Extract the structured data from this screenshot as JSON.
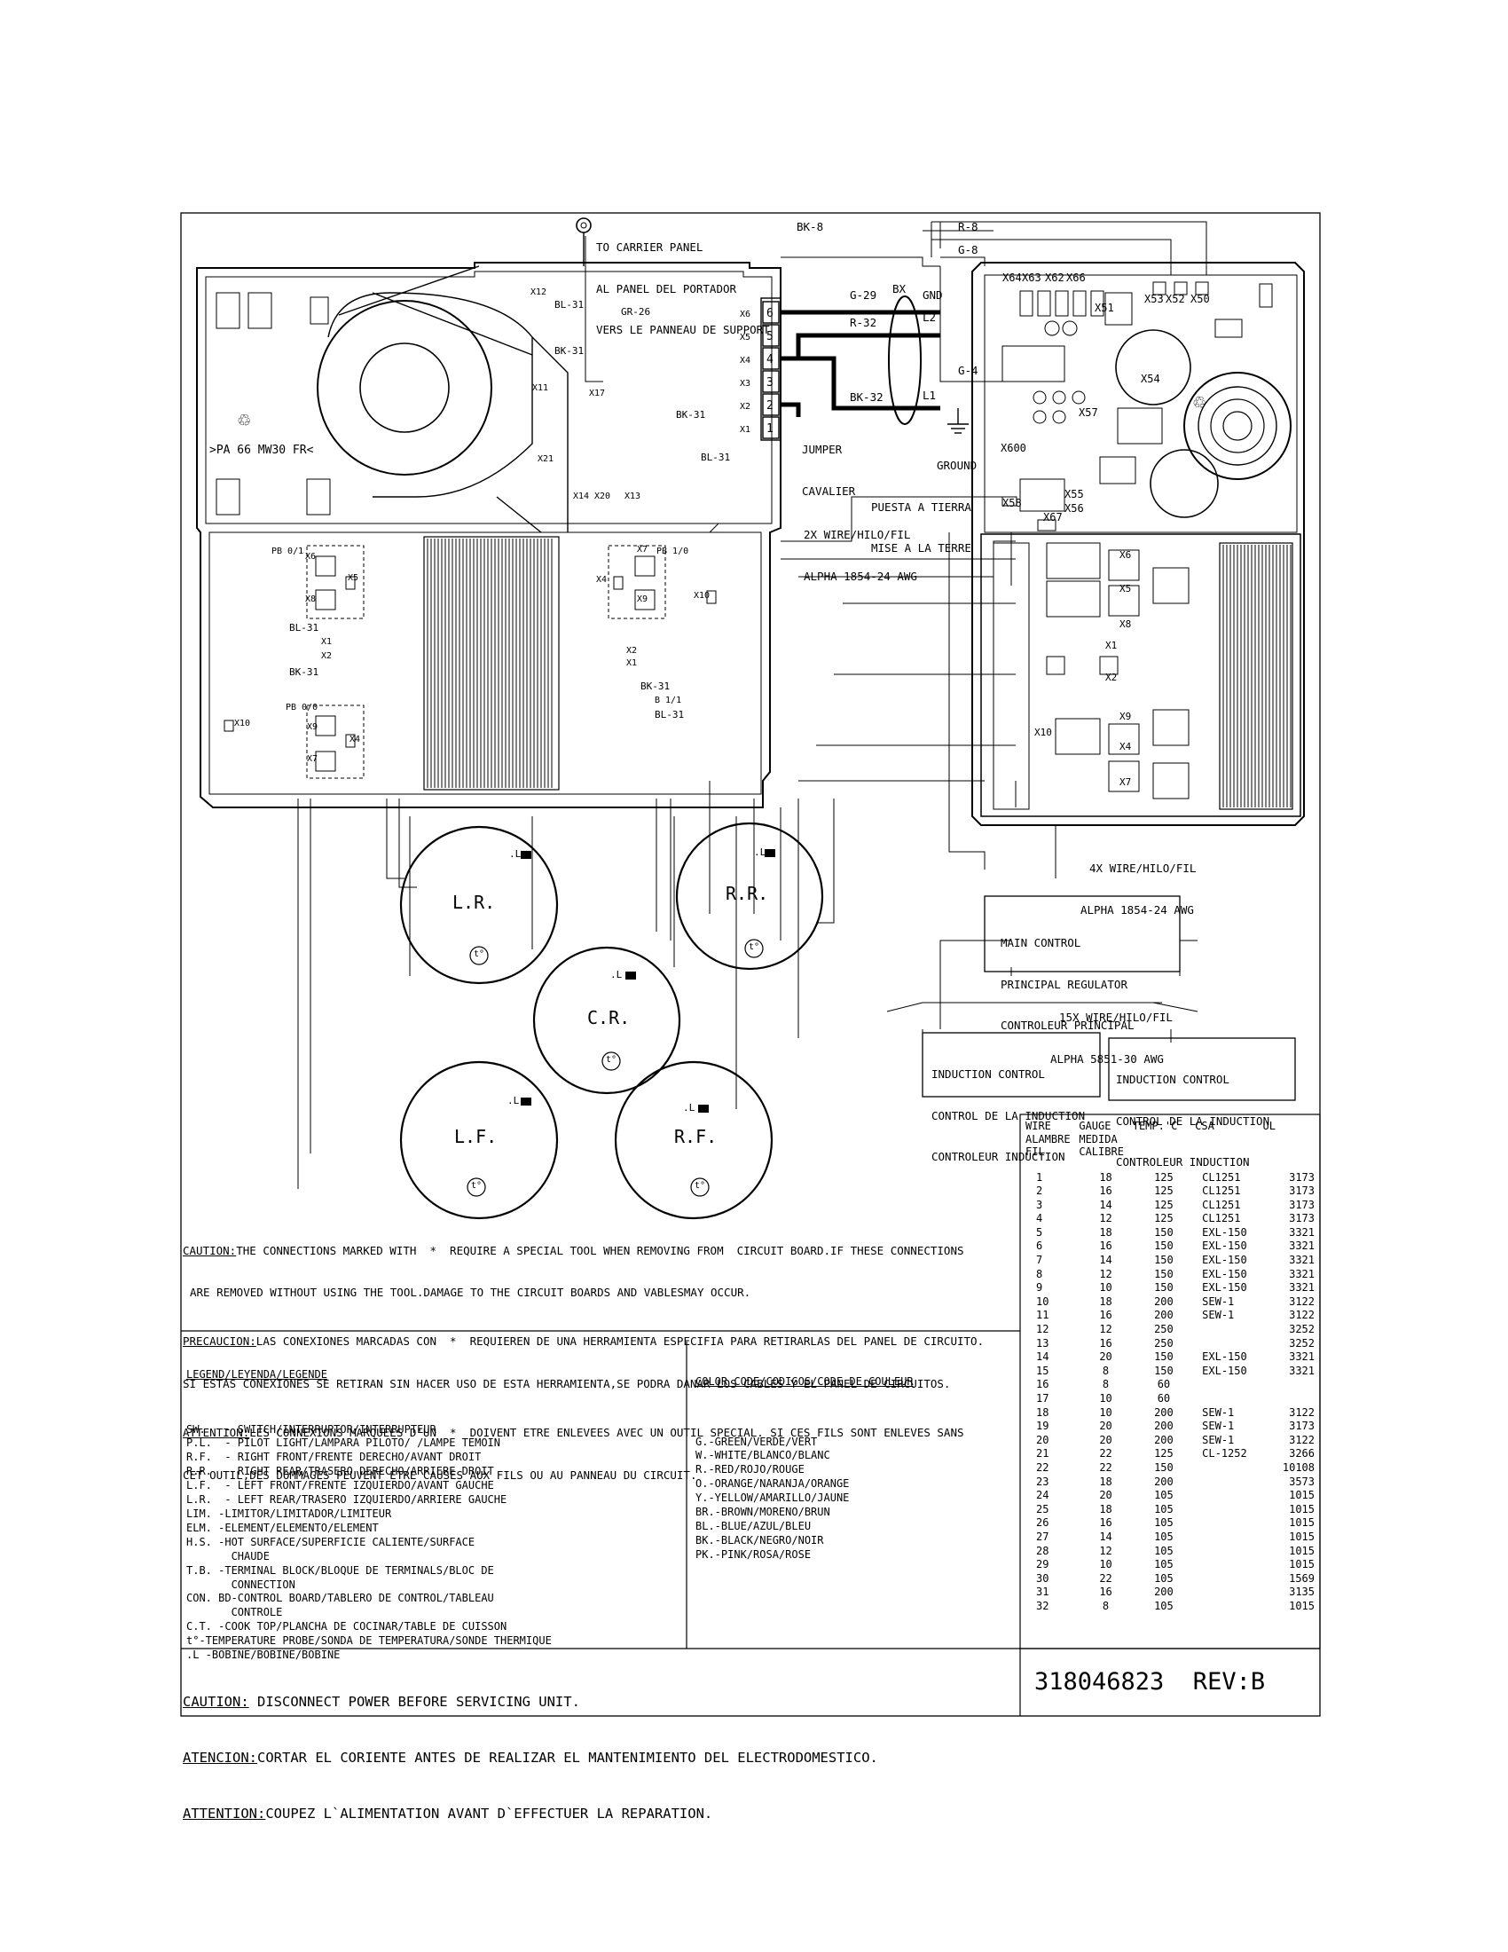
{
  "carrier_note": [
    "TO CARRIER PANEL",
    "AL PANEL DEL PORTADOR",
    "VERS LE PANNEAU DE SUPPORT"
  ],
  "wire_tags": {
    "bk8": "BK-8",
    "r8": "R-8",
    "g8": "G-8",
    "g4": "G-4",
    "g29": "G-29",
    "r32": "R-32",
    "bk32": "BK-32",
    "bx": "BX",
    "gnd": "GND",
    "l2": "L2",
    "l1": "L1",
    "gr26": "GR-26",
    "bl31a": "BL-31",
    "bk31a": "BK-31",
    "bk31b": "BK-31",
    "bl31b": "BL-31"
  },
  "jumper": [
    "JUMPER",
    "CAVALIER"
  ],
  "ground": [
    "GROUND",
    "PUESTA A TIERRA",
    "MISE A LA TERRE"
  ],
  "wire2x": [
    "2X WIRE/HILO/FIL",
    "ALPHA 1854-24 AWG"
  ],
  "wire4x": [
    "4X WIRE/HILO/FIL",
    "ALPHA 1854-24 AWG"
  ],
  "wire15x": [
    "15X WIRE/HILO/FIL",
    "ALPHA 5851-30 AWG"
  ],
  "board_mark": ">PA 66 MW30 FR<",
  "main_control": [
    "MAIN CONTROL",
    "PRINCIPAL REGULATOR",
    "CONTROLEUR PRINCIPAL"
  ],
  "induction_control": [
    "INDUCTION CONTROL",
    "CONTROL DE LA INDUCTION",
    "CONTROLEUR INDUCTION"
  ],
  "left_board_labels": {
    "pb01": "PB 0/1",
    "pb10": "PB 1/0",
    "pb00": "PB 0/0",
    "x6": "X6",
    "x8": "X8",
    "x5": "X5",
    "x7": "X7",
    "x4": "X4",
    "x9": "X9",
    "x10": "X10",
    "x1": "X1",
    "x2": "X2",
    "bl31": "BL-31",
    "bk31": "BK-31",
    "b11": "B 1/1",
    "x12": "X12",
    "x11": "X11",
    "x17": "X17",
    "x21": "X21",
    "x14": "X14",
    "x20": "X20",
    "x13": "X13"
  },
  "terminal_block": [
    "X6",
    "X5",
    "X4",
    "X3",
    "X2",
    "X1"
  ],
  "terminal_numbers": [
    "6",
    "5",
    "4",
    "3",
    "2",
    "1"
  ],
  "right_board_labels": [
    "X64",
    "X63",
    "X62",
    "X66",
    "X51",
    "X53",
    "X52",
    "X50",
    "X54",
    "X57",
    "X600",
    "X58",
    "X55",
    "X56",
    "X67"
  ],
  "power_board_labels": [
    "X6",
    "X5",
    "X8",
    "X1",
    "X2",
    "X9",
    "X10",
    "X4",
    "X7"
  ],
  "burners": [
    {
      "name": "L.R.",
      "coil": ".L"
    },
    {
      "name": "R.R.",
      "coil": ".L"
    },
    {
      "name": "C.R.",
      "coil": ".L"
    },
    {
      "name": "L.F.",
      "coil": ".L"
    },
    {
      "name": "R.F.",
      "coil": ".L"
    }
  ],
  "probe_symbol": "t°",
  "caution": {
    "en_label": "CAUTION:",
    "en": "THE CONNECTIONS MARKED WITH  *  REQUIRE A SPECIAL TOOL WHEN REMOVING FROM  CIRCUIT BOARD.IF THESE CONNECTIONS",
    "en2": "ARE REMOVED WITHOUT USING THE TOOL.DAMAGE TO THE CIRCUIT BOARDS AND VABLESMAY OCCUR.",
    "es_label": "PRECAUCION:",
    "es": "LAS CONEXIONES MARCADAS CON  *  REQUIEREN DE UNA HERRAMIENTA ESPECIFIA PARA RETIRARLAS DEL PANEL DE CIRCUITO.",
    "es2": "SI ESTAS CONEXIONES SE RETIRAN SIN HACER USO DE ESTA HERRAMIENTA,SE PODRA DANAR LOS CABLES Y EL PANEL DE CIRCUITOS.",
    "fr_label": "ATTENTION:",
    "fr": "LES CONNEXIONS MARQUEES D'UN  *  DOIVENT ETRE ENLEVEES AVEC UN OUTIL SPECIAL. SI CES FILS SONT ENLEVES SANS",
    "fr2": "CET OUTIL,DES DOMMAGES PEUVENT ETRE CAUSES AUX FILS OU AU PANNEAU DU CIRCUIT."
  },
  "legend_title": "LEGEND/LEYENDA/LEGENDE",
  "legend": [
    "SW.   - SWITCH/INTERRUPTOR/INTERRUPTEUR",
    "P.L.  - PILOT LIGHT/LAMPARA PILOTO/ /LAMPE TEMOIN",
    "R.F.  - RIGHT FRONT/FRENTE DERECHO/AVANT DROIT",
    "R.R.  - RIGHT REAR/TRASERO DERECHO/ARRIERE DROIT",
    "L.F.  - LEFT FRONT/FRENTE IZQUIERDO/AVANT GAUCHE",
    "L.R.  - LEFT REAR/TRASERO IZQUIERDO/ARRIERE GAUCHE",
    "LIM. -LIMITOR/LIMITADOR/LIMITEUR",
    "ELM. -ELEMENT/ELEMENTO/ELEMENT",
    "H.S. -HOT SURFACE/SUPERFICIE CALIENTE/SURFACE",
    "       CHAUDE",
    "T.B. -TERMINAL BLOCK/BLOQUE DE TERMINALS/BLOC DE",
    "       CONNECTION",
    "CON. BD-CONTROL BOARD/TABLERO DE CONTROL/TABLEAU",
    "       CONTROLE",
    "C.T. -COOK TOP/PLANCHA DE COCINAR/TABLE DE CUISSON",
    "t°-TEMPERATURE PROBE/SONDA DE TEMPERATURA/SONDE THERMIQUE",
    ".L -BOBINE/BOBINE/BOBINE"
  ],
  "color_code_title": "COLOR CODE/CODIGOS/CODE DE COULEUR",
  "color_codes": [
    "G.-GREEN/VERDE/VERT",
    "W.-WHITE/BLANCO/BLANC",
    "R.-RED/ROJO/ROUGE",
    "O.-ORANGE/NARANJA/ORANGE",
    "Y.-YELLOW/AMARILLO/JAUNE",
    "BR.-BROWN/MORENO/BRUN",
    "BL.-BLUE/AZUL/BLEU",
    "BK.-BLACK/NEGRO/NOIR",
    "PK.-PINK/ROSA/ROSE"
  ],
  "wire_table": {
    "headers": [
      [
        "WIRE",
        "ALAMBRE",
        "FIL"
      ],
      [
        "GAUGE",
        "MEDIDA",
        "CALIBRE"
      ],
      [
        "TEMP.'C"
      ],
      [
        "CSA"
      ],
      [
        "UL"
      ]
    ],
    "rows": [
      [
        "1",
        "18",
        "125",
        "CL1251",
        "3173"
      ],
      [
        "2",
        "16",
        "125",
        "CL1251",
        "3173"
      ],
      [
        "3",
        "14",
        "125",
        "CL1251",
        "3173"
      ],
      [
        "4",
        "12",
        "125",
        "CL1251",
        "3173"
      ],
      [
        "5",
        "18",
        "150",
        "EXL-150",
        "3321"
      ],
      [
        "6",
        "16",
        "150",
        "EXL-150",
        "3321"
      ],
      [
        "7",
        "14",
        "150",
        "EXL-150",
        "3321"
      ],
      [
        "8",
        "12",
        "150",
        "EXL-150",
        "3321"
      ],
      [
        "9",
        "10",
        "150",
        "EXL-150",
        "3321"
      ],
      [
        "10",
        "18",
        "200",
        "SEW-1",
        "3122"
      ],
      [
        "11",
        "16",
        "200",
        "SEW-1",
        "3122"
      ],
      [
        "12",
        "12",
        "250",
        "",
        "3252"
      ],
      [
        "13",
        "16",
        "250",
        "",
        "3252"
      ],
      [
        "14",
        "20",
        "150",
        "EXL-150",
        "3321"
      ],
      [
        "15",
        "8",
        "150",
        "EXL-150",
        "3321"
      ],
      [
        "16",
        "8",
        "60",
        "",
        ""
      ],
      [
        "17",
        "10",
        "60",
        "",
        ""
      ],
      [
        "18",
        "10",
        "200",
        "SEW-1",
        "3122"
      ],
      [
        "19",
        "20",
        "200",
        "SEW-1",
        "3173"
      ],
      [
        "20",
        "20",
        "200",
        "SEW-1",
        "3122"
      ],
      [
        "21",
        "22",
        "125",
        "CL-1252",
        "3266"
      ],
      [
        "22",
        "22",
        "150",
        "",
        "10108"
      ],
      [
        "23",
        "18",
        "200",
        "",
        "3573"
      ],
      [
        "24",
        "20",
        "105",
        "",
        "1015"
      ],
      [
        "25",
        "18",
        "105",
        "",
        "1015"
      ],
      [
        "26",
        "16",
        "105",
        "",
        "1015"
      ],
      [
        "27",
        "14",
        "105",
        "",
        "1015"
      ],
      [
        "28",
        "12",
        "105",
        "",
        "1015"
      ],
      [
        "29",
        "10",
        "105",
        "",
        "1015"
      ],
      [
        "30",
        "22",
        "105",
        "",
        "1569"
      ],
      [
        "31",
        "16",
        "200",
        "",
        "3135"
      ],
      [
        "32",
        "8",
        "105",
        "",
        "1015"
      ]
    ]
  },
  "footer": {
    "en_label": "CAUTION:",
    "en": " DISCONNECT POWER BEFORE SERVICING UNIT.",
    "es_label": "ATENCION:",
    "es": "CORTAR EL CORIENTE ANTES DE REALIZAR EL MANTENIMIENTO DEL ELECTRODOMESTICO.",
    "fr_label": "ATTENTION:",
    "fr": "COUPEZ L`ALIMENTATION AVANT D`EFFECTUER LA REPARATION."
  },
  "part_number": "318046823  REV:B"
}
